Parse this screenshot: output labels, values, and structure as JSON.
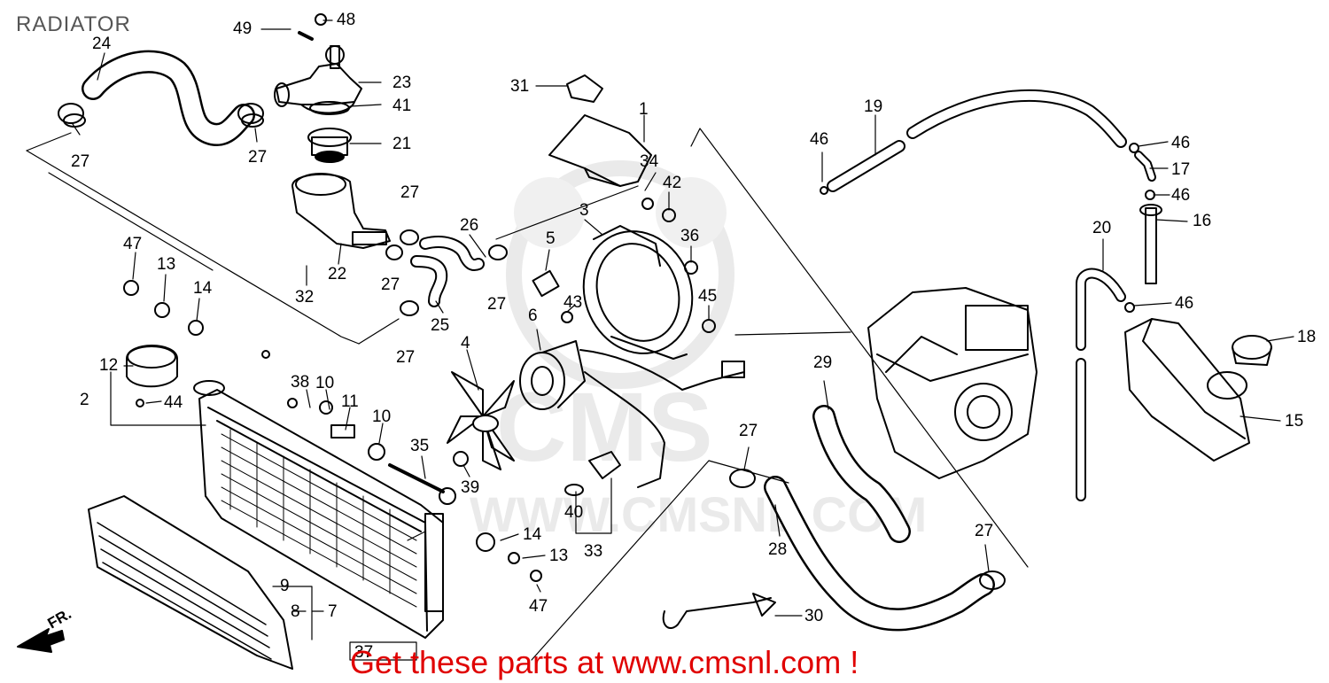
{
  "title": "RADIATOR",
  "banner": "Get these parts at www.cmsnl.com !",
  "watermark": {
    "logo_text": "CMS",
    "url_text": "WWW.CMSNL.COM",
    "color": "#d9d9d9"
  },
  "direction_label": "FR.",
  "colors": {
    "line": "#000000",
    "banner": "#e00000",
    "title": "#555555"
  },
  "callouts": [
    {
      "id": "c49",
      "text": "49"
    },
    {
      "id": "c48",
      "text": "48"
    },
    {
      "id": "c24",
      "text": "24"
    },
    {
      "id": "c23",
      "text": "23"
    },
    {
      "id": "c41",
      "text": "41"
    },
    {
      "id": "c21",
      "text": "21"
    },
    {
      "id": "c27a",
      "text": "27"
    },
    {
      "id": "c27b",
      "text": "27"
    },
    {
      "id": "c27c",
      "text": "27"
    },
    {
      "id": "c27d",
      "text": "27"
    },
    {
      "id": "c27e",
      "text": "27"
    },
    {
      "id": "c27f",
      "text": "27"
    },
    {
      "id": "c27g",
      "text": "27"
    },
    {
      "id": "c27h",
      "text": "27"
    },
    {
      "id": "c31",
      "text": "31"
    },
    {
      "id": "c1",
      "text": "1"
    },
    {
      "id": "c34",
      "text": "34"
    },
    {
      "id": "c42",
      "text": "42"
    },
    {
      "id": "c3",
      "text": "3"
    },
    {
      "id": "c26",
      "text": "26"
    },
    {
      "id": "c5",
      "text": "5"
    },
    {
      "id": "c36",
      "text": "36"
    },
    {
      "id": "c43",
      "text": "43"
    },
    {
      "id": "c45",
      "text": "45"
    },
    {
      "id": "c22",
      "text": "22"
    },
    {
      "id": "c32",
      "text": "32"
    },
    {
      "id": "c25",
      "text": "25"
    },
    {
      "id": "c6",
      "text": "6"
    },
    {
      "id": "c4",
      "text": "4"
    },
    {
      "id": "c47a",
      "text": "47"
    },
    {
      "id": "c13a",
      "text": "13"
    },
    {
      "id": "c14a",
      "text": "14"
    },
    {
      "id": "c12",
      "text": "12"
    },
    {
      "id": "c2",
      "text": "2"
    },
    {
      "id": "c44",
      "text": "44"
    },
    {
      "id": "c38",
      "text": "38"
    },
    {
      "id": "c10a",
      "text": "10"
    },
    {
      "id": "c11",
      "text": "11"
    },
    {
      "id": "c10b",
      "text": "10"
    },
    {
      "id": "c35",
      "text": "35"
    },
    {
      "id": "c39",
      "text": "39"
    },
    {
      "id": "c40",
      "text": "40"
    },
    {
      "id": "c33",
      "text": "33"
    },
    {
      "id": "c14b",
      "text": "14"
    },
    {
      "id": "c13b",
      "text": "13"
    },
    {
      "id": "c47b",
      "text": "47"
    },
    {
      "id": "c9",
      "text": "9"
    },
    {
      "id": "c8",
      "text": "8"
    },
    {
      "id": "c7",
      "text": "7"
    },
    {
      "id": "c37",
      "text": "37"
    },
    {
      "id": "c28",
      "text": "28"
    },
    {
      "id": "c29",
      "text": "29"
    },
    {
      "id": "c30",
      "text": "30"
    },
    {
      "id": "c19",
      "text": "19"
    },
    {
      "id": "c46a",
      "text": "46"
    },
    {
      "id": "c46b",
      "text": "46"
    },
    {
      "id": "c46c",
      "text": "46"
    },
    {
      "id": "c46d",
      "text": "46"
    },
    {
      "id": "c17",
      "text": "17"
    },
    {
      "id": "c16",
      "text": "16"
    },
    {
      "id": "c20",
      "text": "20"
    },
    {
      "id": "c18",
      "text": "18"
    },
    {
      "id": "c15",
      "text": "15"
    }
  ]
}
